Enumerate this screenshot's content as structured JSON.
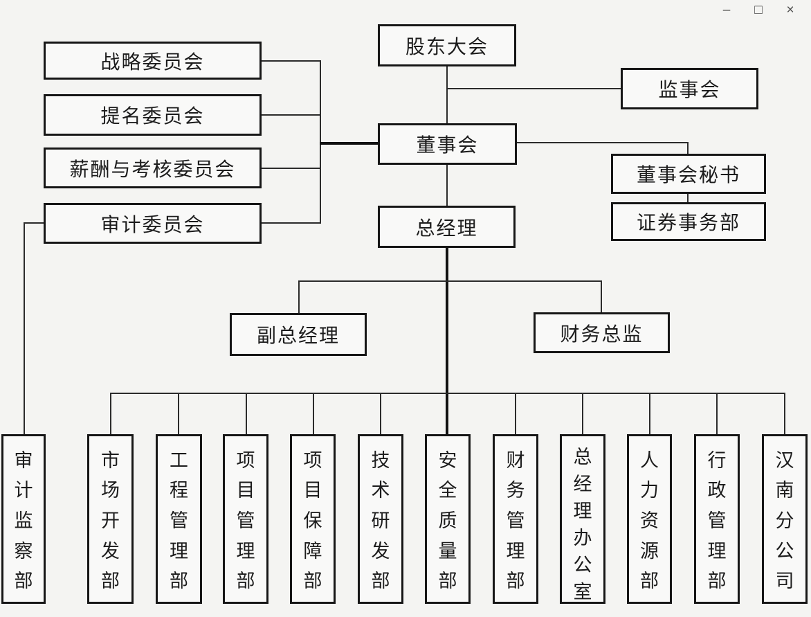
{
  "window": {
    "minimize_label": "–",
    "maximize_label": "□",
    "close_label": "×"
  },
  "org_chart": {
    "nodes": {
      "shareholders": "股东大会",
      "supervisory_board": "监事会",
      "board": "董事会",
      "board_secretary": "董事会秘书",
      "securities_dept": "证券事务部",
      "strategy_committee": "战略委员会",
      "nomination_committee": "提名委员会",
      "remuneration_committee": "薪酬与考核委员会",
      "audit_committee": "审计委员会",
      "general_manager": "总经理",
      "deputy_general_manager": "副总经理",
      "finance_director": "财务总监"
    },
    "departments": [
      "审计监察部",
      "市场开发部",
      "工程管理部",
      "项目管理部",
      "项目保障部",
      "技术研发部",
      "安全质量部",
      "财务管理部",
      "总经理办公室",
      "人力资源部",
      "行政管理部",
      "汉南分公司"
    ],
    "edges": [
      {
        "from": "shareholders",
        "to": "board"
      },
      {
        "from": "shareholders",
        "to": "supervisory_board"
      },
      {
        "from": "board",
        "to": "strategy_committee"
      },
      {
        "from": "board",
        "to": "nomination_committee"
      },
      {
        "from": "board",
        "to": "remuneration_committee"
      },
      {
        "from": "board",
        "to": "audit_committee"
      },
      {
        "from": "board",
        "to": "board_secretary"
      },
      {
        "from": "board_secretary",
        "to": "securities_dept"
      },
      {
        "from": "board",
        "to": "general_manager"
      },
      {
        "from": "general_manager",
        "to": "deputy_general_manager"
      },
      {
        "from": "general_manager",
        "to": "finance_director"
      },
      {
        "from": "audit_committee",
        "to": "审计监察部"
      },
      {
        "from": "general_manager",
        "to": "市场开发部"
      },
      {
        "from": "general_manager",
        "to": "工程管理部"
      },
      {
        "from": "general_manager",
        "to": "项目管理部"
      },
      {
        "from": "general_manager",
        "to": "项目保障部"
      },
      {
        "from": "general_manager",
        "to": "技术研发部"
      },
      {
        "from": "general_manager",
        "to": "安全质量部"
      },
      {
        "from": "general_manager",
        "to": "财务管理部"
      },
      {
        "from": "general_manager",
        "to": "总经理办公室"
      },
      {
        "from": "general_manager",
        "to": "人力资源部"
      },
      {
        "from": "general_manager",
        "to": "行政管理部"
      },
      {
        "from": "general_manager",
        "to": "汉南分公司"
      }
    ]
  }
}
